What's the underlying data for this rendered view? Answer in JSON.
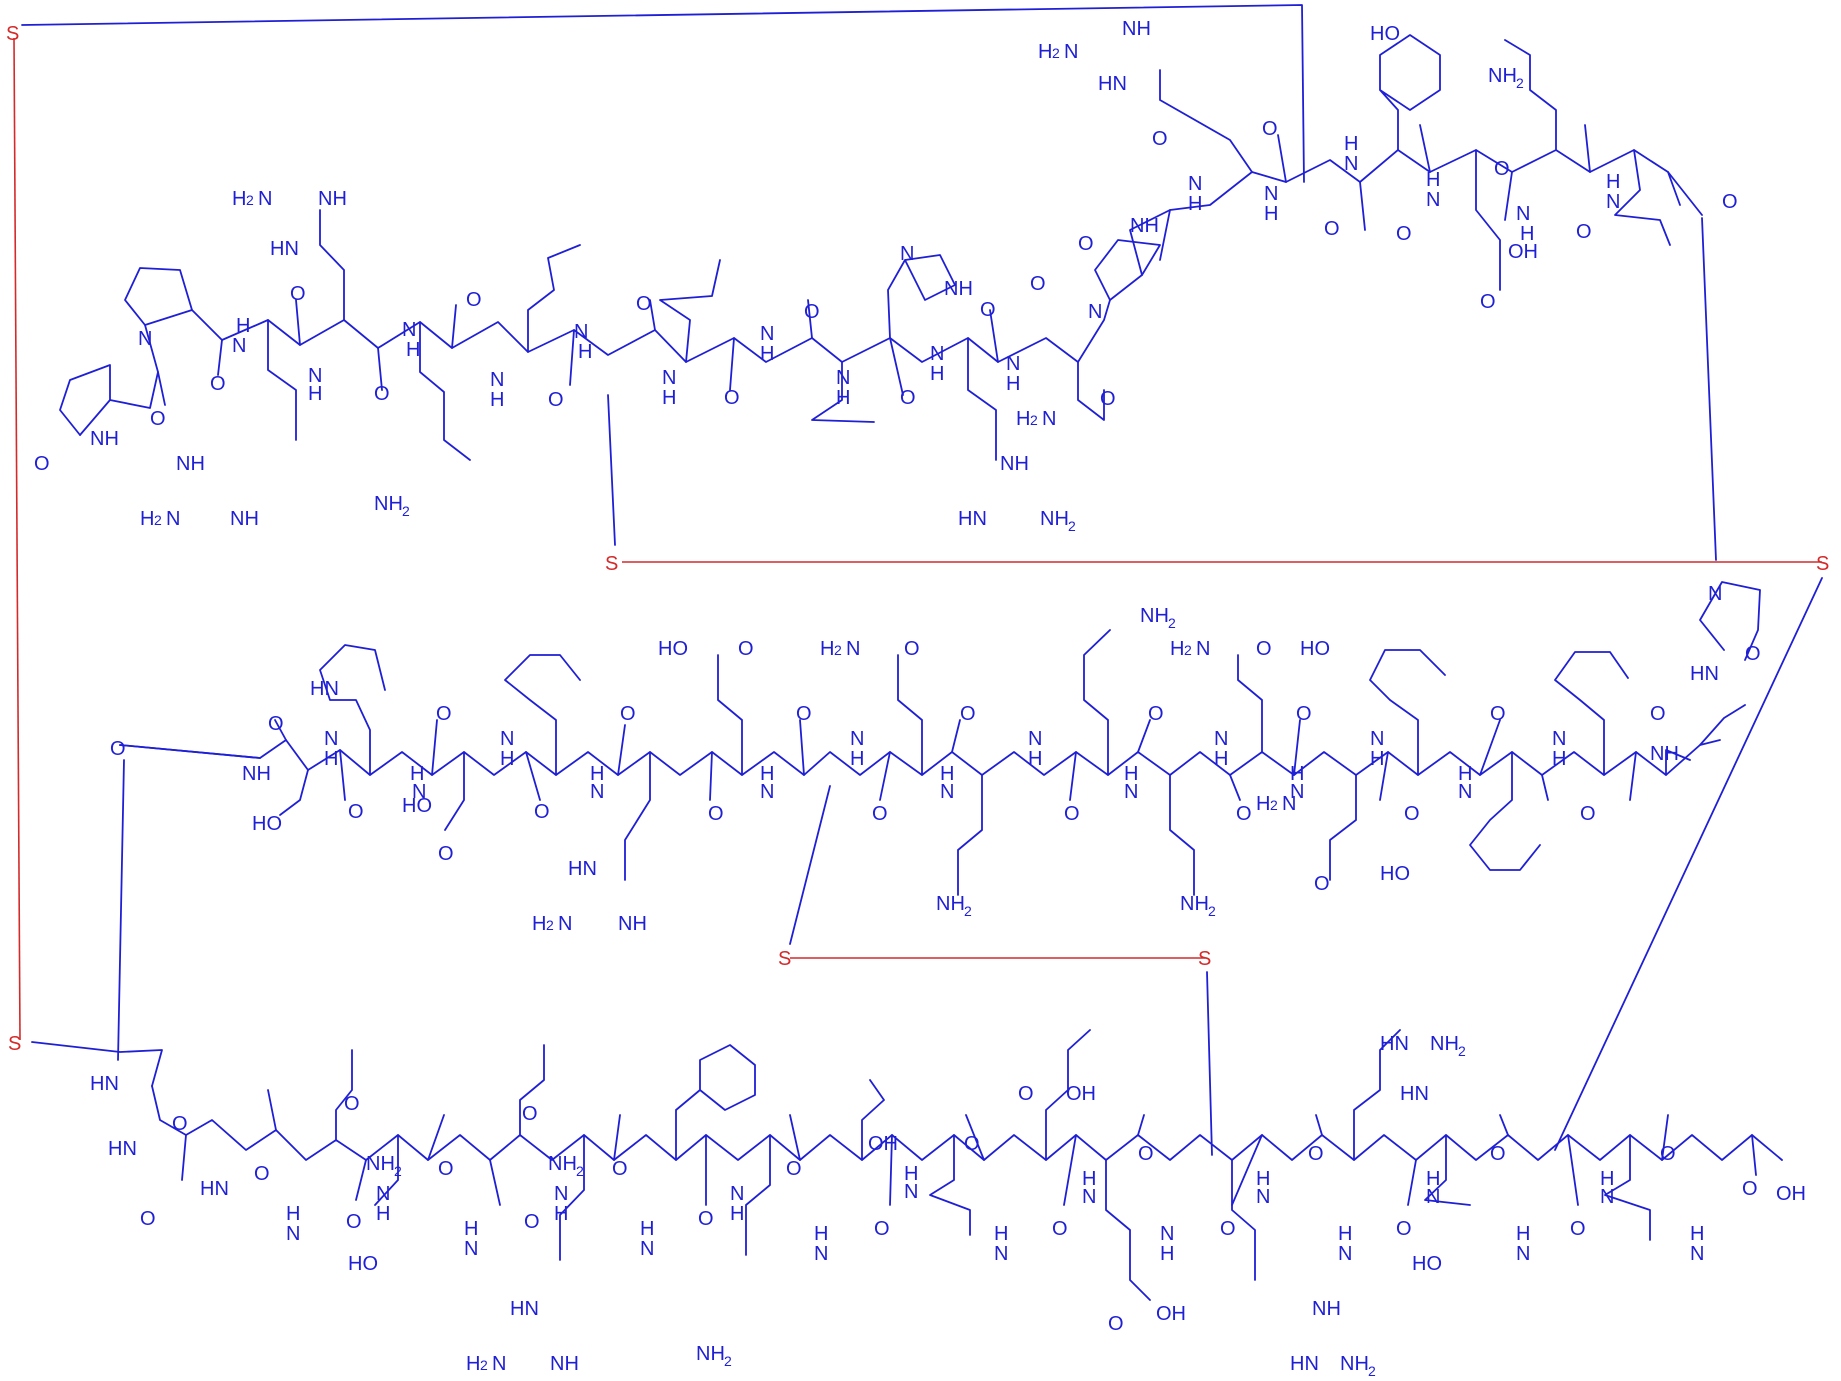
{
  "labels": {
    "s": "S",
    "nh": "NH",
    "hn": "HN",
    "n": "N",
    "h": "H",
    "o": "O",
    "nh2": "NH",
    "h2n": "H",
    "oh": "OH",
    "ho": "HO",
    "sub2": "2"
  },
  "colors": {
    "bond": "#1f1fd6",
    "disulfide": "#d42a2a",
    "background": "#ffffff"
  }
}
